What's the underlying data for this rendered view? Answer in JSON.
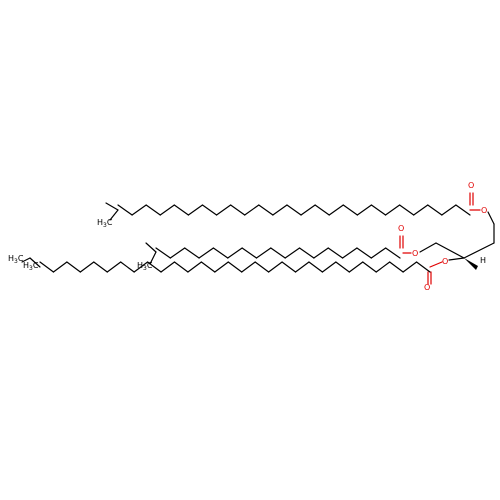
{
  "colors": {
    "bond": "#000000",
    "oxygen": "#e00000",
    "background": "#ffffff"
  },
  "atoms": {
    "oxygen_symbol": "O",
    "hydrogen_symbol": "H",
    "methyl_main": "H",
    "methyl_c": "C",
    "methyl_sub": "3",
    "methyl_label_full": "H3C"
  },
  "labels": [
    {
      "id": "o-ester1",
      "symbol": "O"
    },
    {
      "id": "o-carbonyl1",
      "symbol": "O"
    },
    {
      "id": "o-ester2",
      "symbol": "O"
    },
    {
      "id": "o-carbonyl2",
      "symbol": "O"
    },
    {
      "id": "o-ester3",
      "symbol": "O"
    },
    {
      "id": "o-carbonyl3",
      "symbol": "O"
    },
    {
      "id": "h-stereo",
      "symbol": "H"
    },
    {
      "id": "ch3-chain1",
      "symbol": "H3C"
    },
    {
      "id": "ch3-chain2",
      "symbol": "H3C"
    },
    {
      "id": "ch3-chain3a",
      "symbol": "H3C"
    },
    {
      "id": "ch3-chain3b",
      "symbol": "H3C"
    }
  ]
}
